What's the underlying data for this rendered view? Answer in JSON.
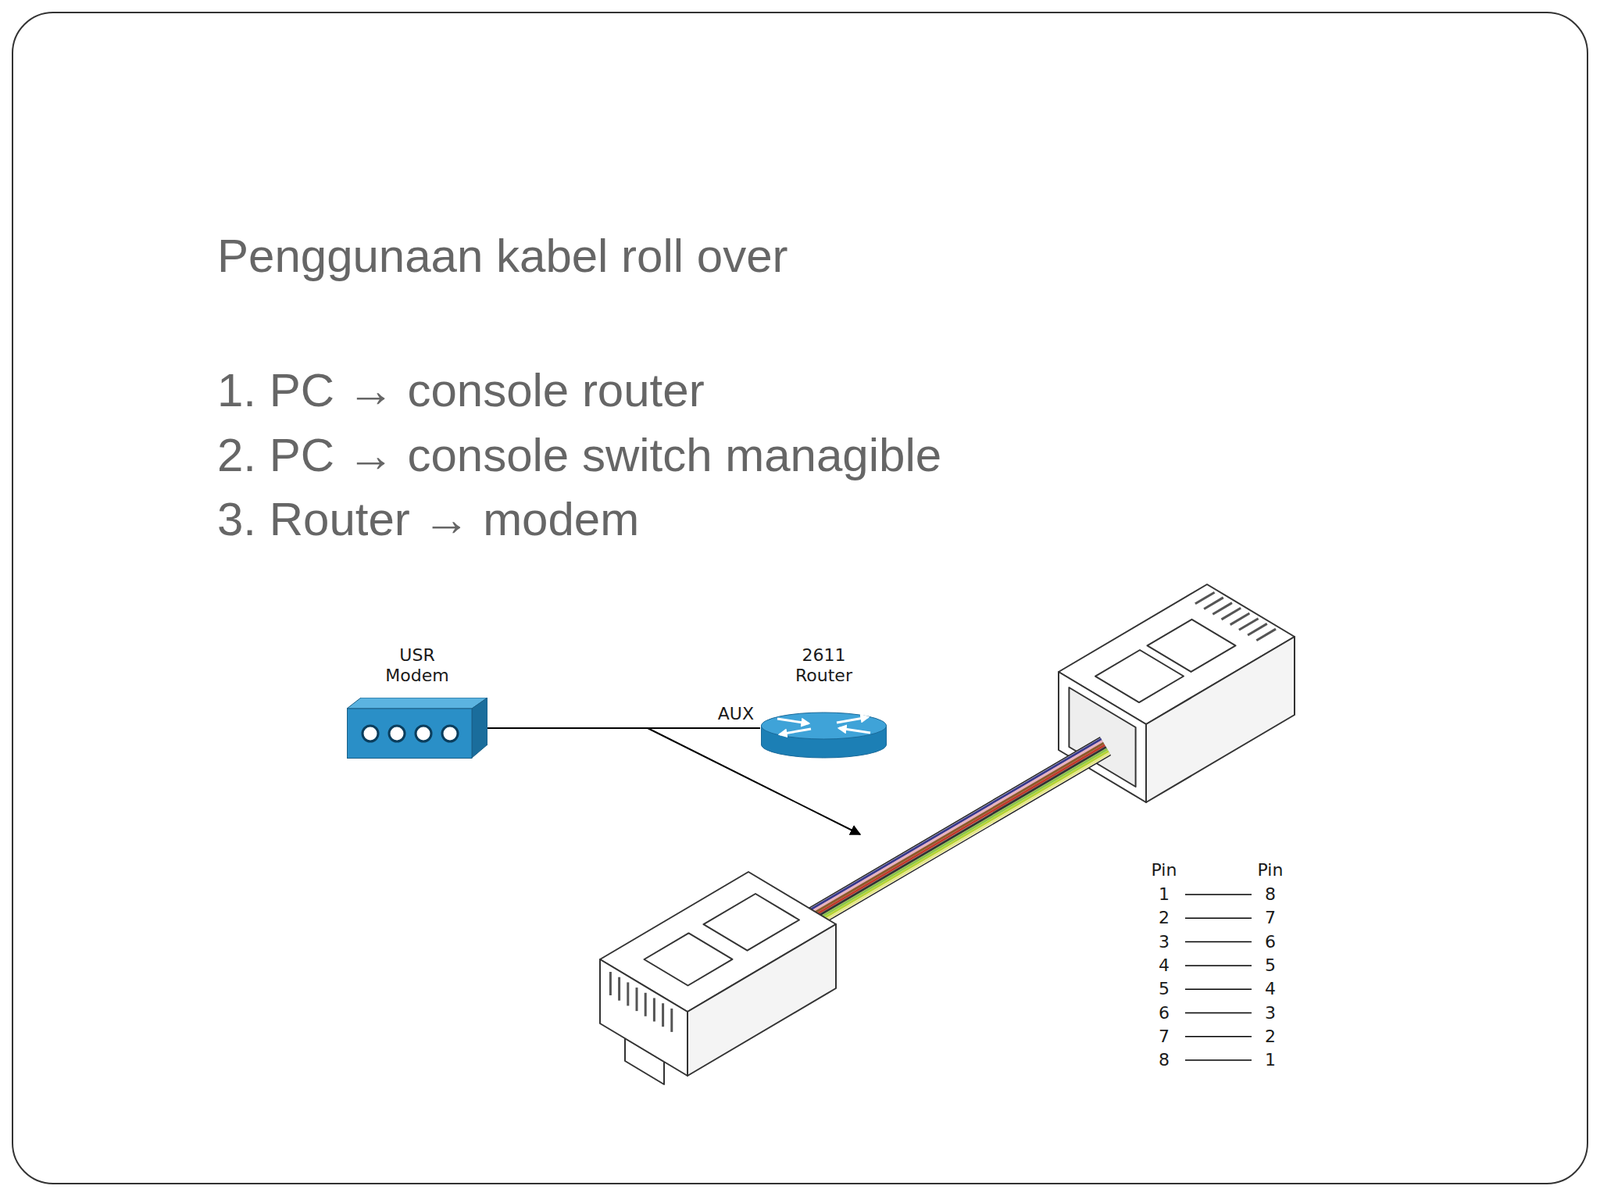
{
  "diagram": {
    "title": "Penggunaan kabel roll over",
    "nodes": [
      {
        "text": [
          "USR Modem"
        ]
      },
      {
        "text": [
          "2611 Router"
        ]
      }
    ],
    "edges": [
      {
        "from": 0,
        "to": 1,
        "arrow": "none",
        "label": "AUX"
      }
    ],
    "labels": [
      "1. PC → console router",
      "2. PC → console switch managible",
      "3. Router → modem",
      "Pin",
      "Pin",
      "1",
      "8",
      "2",
      "7",
      "3",
      "6",
      "4",
      "5",
      "5",
      "4",
      "6",
      "3",
      "7",
      "2",
      "8",
      "1"
    ]
  }
}
